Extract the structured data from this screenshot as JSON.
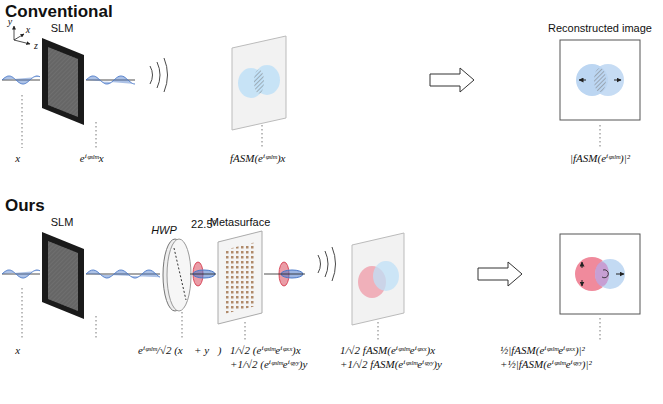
{
  "diagram": {
    "labels": [
      "Conventional",
      "y",
      "x",
      "z",
      "SLM",
      "Reconstructed image",
      "x⃗",
      "eⁱᵠˢˡᵐx⃗",
      "fASM(eⁱᵠˢˡᵐ)x⃗",
      "|fASM(eⁱᵠˢˡᵐ)|²",
      "Ours",
      "SLM",
      "HWP",
      "22.5°",
      "Metasurface",
      "x⃗",
      "eⁱᵠˢˡᵐ/√2 (x⃗ + y⃗)",
      "1/√2 (eⁱᵠˢˡᵐeⁱᵠˣˣ)x⃗",
      "+1/√2 (eⁱᵠˢˡᵐeⁱᵠʸʸ)y⃗",
      "1/√2 fASM(eⁱᵠˢˡᵐeⁱᵠˣˣ)x⃗",
      "+1/√2 fASM(eⁱᵠˢˡᵐeⁱᵠʸʸ)y⃗",
      "½|fASM(eⁱᵠˢˡᵐeⁱᵠˣˣ)|²",
      "+½|fASM(eⁱᵠˢˡᵐeⁱᵠʸʸ)|²"
    ]
  }
}
